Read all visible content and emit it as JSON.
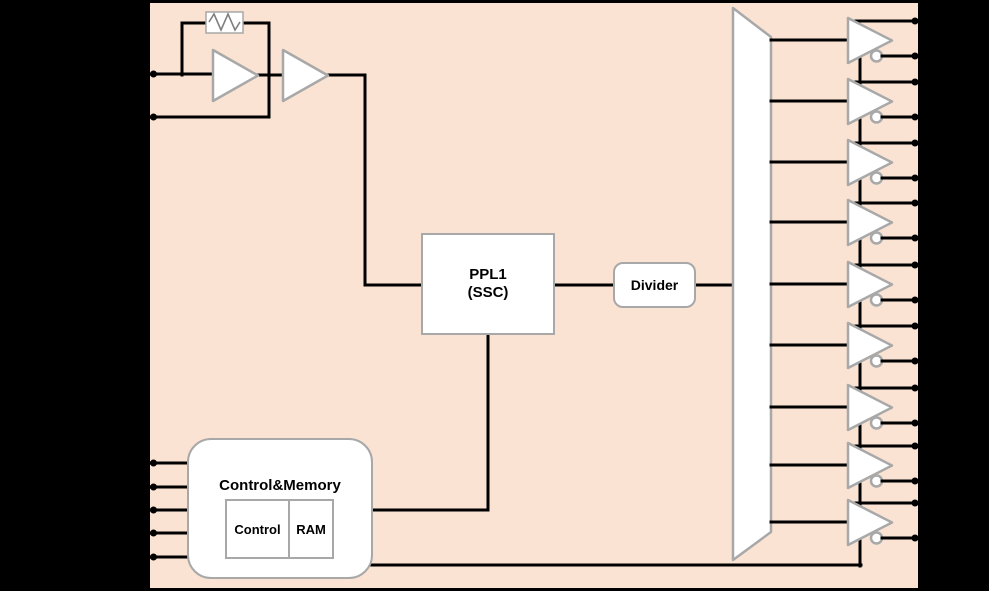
{
  "colors": {
    "background": "#000000",
    "chip_fill": "#FAE3D3",
    "wire": "#000000",
    "shape_fill": "#FFFFFF",
    "shape_stroke": "#A8A8A8",
    "resistor_stroke": "#7F7F7F",
    "text": "#000000"
  },
  "blocks": {
    "pll": {
      "line1": "PPL1",
      "line2": "(SSC)"
    },
    "divider": {
      "label": "Divider"
    },
    "control_memory": {
      "title": "Control&Memory",
      "control_label": "Control",
      "ram_label": "RAM"
    }
  },
  "oscillator": {
    "amplifier_count": 2,
    "has_feedback_resistor": true
  },
  "fanout": {
    "output_buffer_count": 9,
    "outputs_per_buffer": 2
  },
  "pins": {
    "left_crystal_count": 2,
    "left_control_count": 5
  }
}
